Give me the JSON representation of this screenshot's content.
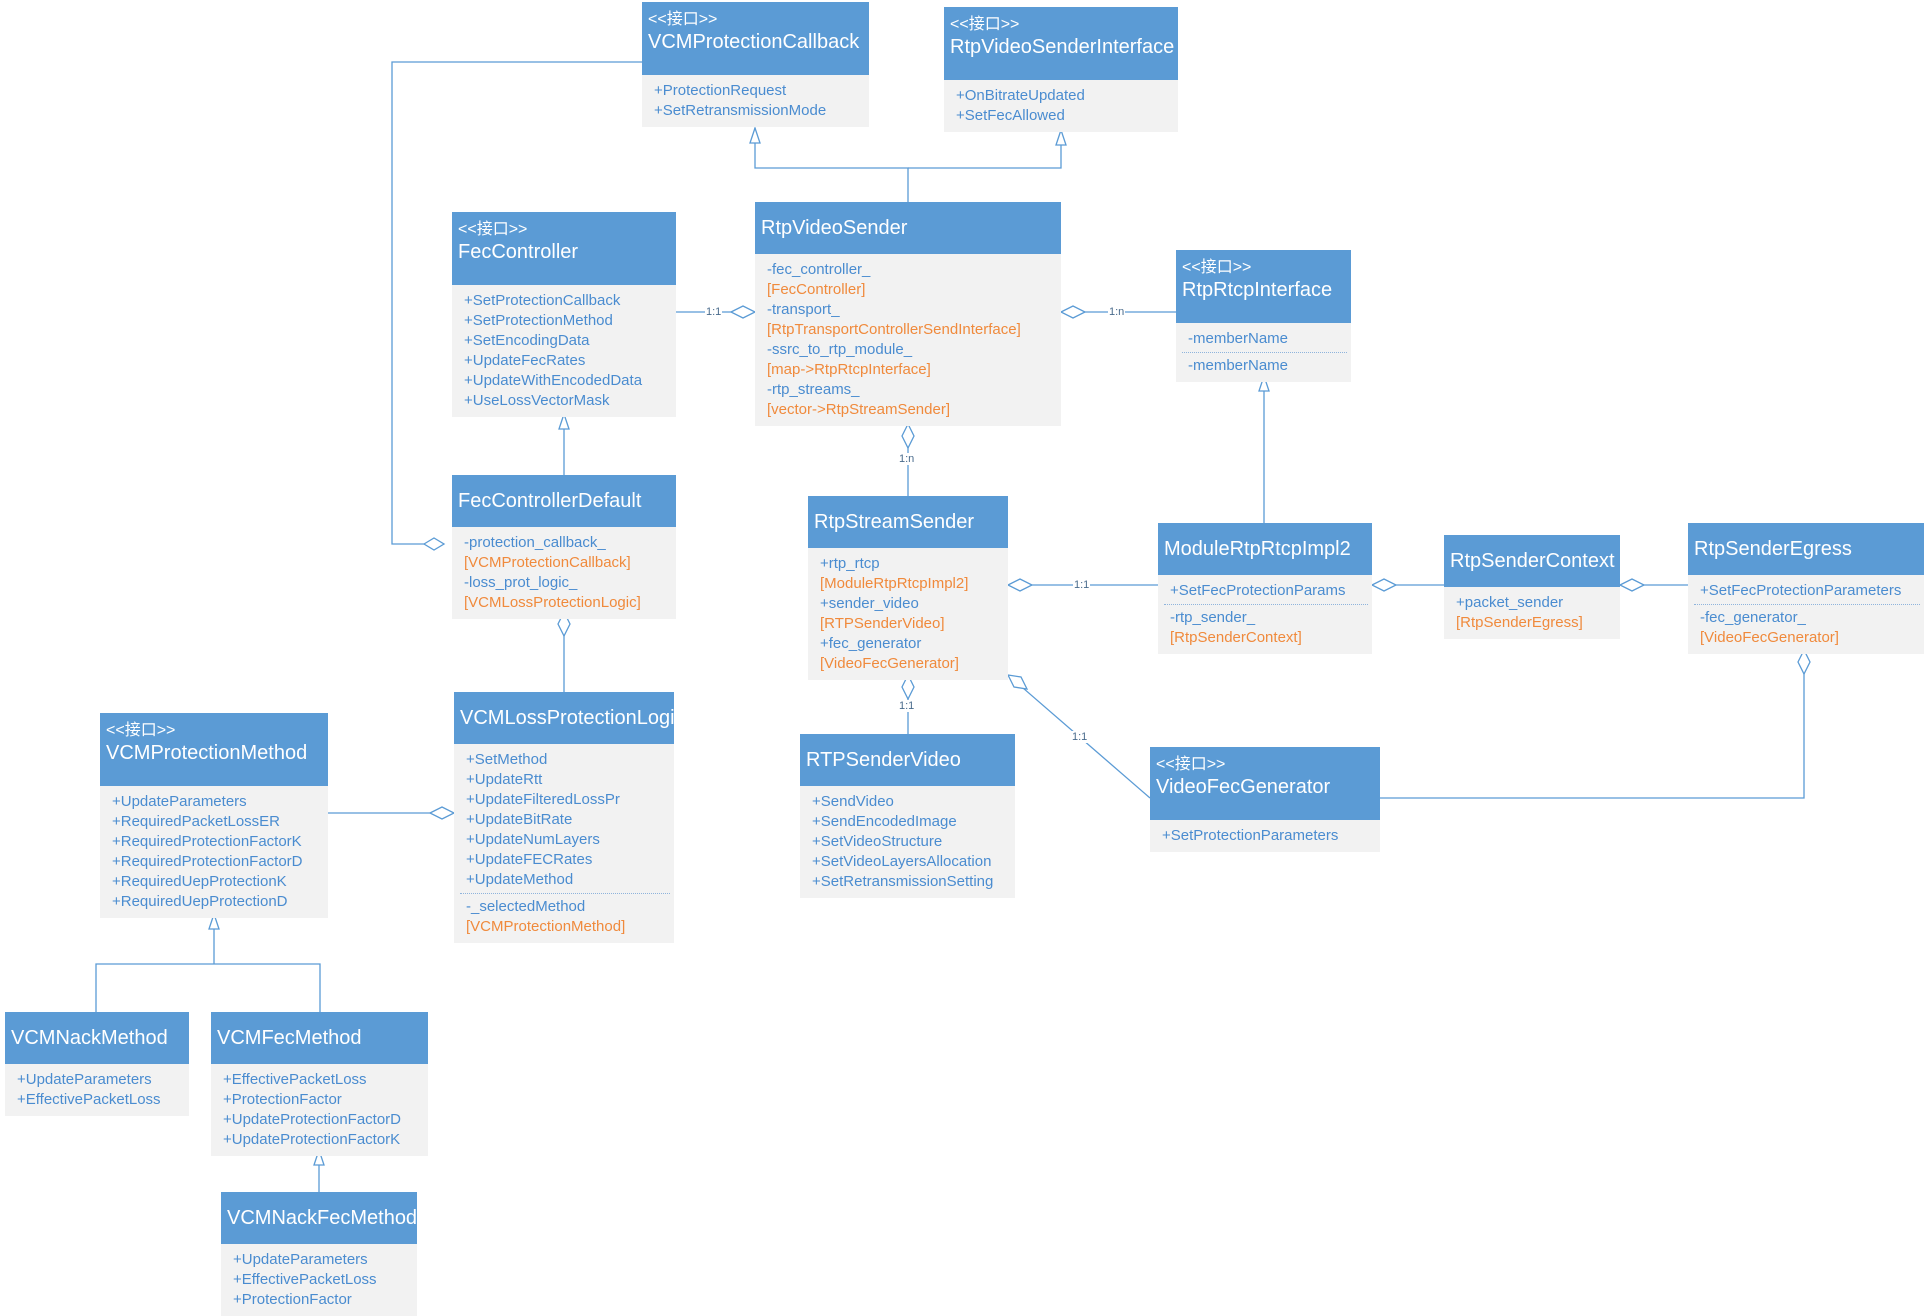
{
  "classes": {
    "vcm_protection_callback": {
      "stereotype": "<<接口>>",
      "name": "VCMProtectionCallback",
      "members": [
        {
          "text": "+ProtectionRequest"
        },
        {
          "text": "+SetRetransmissionMode"
        }
      ]
    },
    "rtp_video_sender_interface": {
      "stereotype": "<<接口>>",
      "name": "RtpVideoSenderInterface",
      "members": [
        {
          "text": "+OnBitrateUpdated"
        },
        {
          "text": "+SetFecAllowed"
        }
      ]
    },
    "fec_controller": {
      "stereotype": "<<接口>>",
      "name": "FecController",
      "members": [
        {
          "text": "+SetProtectionCallback"
        },
        {
          "text": "+SetProtectionMethod"
        },
        {
          "text": "+SetEncodingData"
        },
        {
          "text": "+UpdateFecRates"
        },
        {
          "text": "+UpdateWithEncodedData"
        },
        {
          "text": "+UseLossVectorMask"
        }
      ]
    },
    "rtp_video_sender": {
      "stereotype": "",
      "name": "RtpVideoSender",
      "members": [
        {
          "text": "-fec_controller_"
        },
        {
          "text": "[FecController]",
          "type": true
        },
        {
          "text": "-transport_"
        },
        {
          "text": "[RtpTransportControllerSendInterface]",
          "type": true
        },
        {
          "text": "-ssrc_to_rtp_module_"
        },
        {
          "text": "[map->RtpRtcpInterface]",
          "type": true
        },
        {
          "text": "-rtp_streams_"
        },
        {
          "text": "[vector->RtpStreamSender]",
          "type": true
        }
      ]
    },
    "rtp_rtcp_interface": {
      "stereotype": "<<接口>>",
      "name": "RtpRtcpInterface",
      "members": [
        {
          "text": "-memberName"
        },
        {
          "sep": true
        },
        {
          "text": "-memberName"
        }
      ]
    },
    "fec_controller_default": {
      "stereotype": "",
      "name": "FecControllerDefault",
      "members": [
        {
          "text": "-protection_callback_"
        },
        {
          "text": "[VCMProtectionCallback]",
          "type": true
        },
        {
          "text": "-loss_prot_logic_"
        },
        {
          "text": "[VCMLossProtectionLogic]",
          "type": true
        }
      ]
    },
    "rtp_stream_sender": {
      "stereotype": "",
      "name": "RtpStreamSender",
      "members": [
        {
          "text": "+rtp_rtcp"
        },
        {
          "text": "[ModuleRtpRtcpImpl2]",
          "type": true
        },
        {
          "text": "+sender_video"
        },
        {
          "text": "[RTPSenderVideo]",
          "type": true
        },
        {
          "text": "+fec_generator"
        },
        {
          "text": "[VideoFecGenerator]",
          "type": true
        }
      ]
    },
    "module_rtp_rtcp_impl2": {
      "stereotype": "",
      "name": "ModuleRtpRtcpImpl2",
      "members": [
        {
          "text": "+SetFecProtectionParams"
        },
        {
          "sep": true
        },
        {
          "text": "-rtp_sender_"
        },
        {
          "text": "[RtpSenderContext]",
          "type": true
        }
      ]
    },
    "rtp_sender_context": {
      "stereotype": "",
      "name": "RtpSenderContext",
      "members": [
        {
          "text": "+packet_sender"
        },
        {
          "text": "[RtpSenderEgress]",
          "type": true
        }
      ]
    },
    "rtp_sender_egress": {
      "stereotype": "",
      "name": "RtpSenderEgress",
      "members": [
        {
          "text": "+SetFecProtectionParameters"
        },
        {
          "sep": true
        },
        {
          "text": "-fec_generator_"
        },
        {
          "text": "[VideoFecGenerator]",
          "type": true
        }
      ]
    },
    "vcm_loss_protection_logic": {
      "stereotype": "",
      "name": "VCMLossProtectionLogic",
      "members": [
        {
          "text": "+SetMethod"
        },
        {
          "text": "+UpdateRtt"
        },
        {
          "text": "+UpdateFilteredLossPr"
        },
        {
          "text": "+UpdateBitRate"
        },
        {
          "text": "+UpdateNumLayers"
        },
        {
          "text": "+UpdateFECRates"
        },
        {
          "text": "+UpdateMethod"
        },
        {
          "sep": true
        },
        {
          "text": "-_selectedMethod"
        },
        {
          "text": "[VCMProtectionMethod]",
          "type": true
        }
      ]
    },
    "vcm_protection_method": {
      "stereotype": "<<接口>>",
      "name": "VCMProtectionMethod",
      "members": [
        {
          "text": "+UpdateParameters"
        },
        {
          "text": "+RequiredPacketLossER"
        },
        {
          "text": "+RequiredProtectionFactorK"
        },
        {
          "text": "+RequiredProtectionFactorD"
        },
        {
          "text": "+RequiredUepProtectionK"
        },
        {
          "text": "+RequiredUepProtectionD"
        }
      ]
    },
    "rtp_sender_video": {
      "stereotype": "",
      "name": "RTPSenderVideo",
      "members": [
        {
          "text": "+SendVideo"
        },
        {
          "text": "+SendEncodedImage"
        },
        {
          "text": "+SetVideoStructure"
        },
        {
          "text": "+SetVideoLayersAllocation"
        },
        {
          "text": "+SetRetransmissionSetting"
        }
      ]
    },
    "video_fec_generator": {
      "stereotype": "<<接口>>",
      "name": "VideoFecGenerator",
      "members": [
        {
          "text": "+SetProtectionParameters"
        }
      ]
    },
    "vcm_nack_method": {
      "stereotype": "",
      "name": "VCMNackMethod",
      "members": [
        {
          "text": "+UpdateParameters"
        },
        {
          "text": "+EffectivePacketLoss"
        }
      ]
    },
    "vcm_fec_method": {
      "stereotype": "",
      "name": "VCMFecMethod",
      "members": [
        {
          "text": "+EffectivePacketLoss"
        },
        {
          "text": "+ProtectionFactor"
        },
        {
          "text": "+UpdateProtectionFactorD"
        },
        {
          "text": "+UpdateProtectionFactorK"
        }
      ]
    },
    "vcm_nack_fec_method": {
      "stereotype": "",
      "name": "VCMNackFecMethod",
      "members": [
        {
          "text": "+UpdateParameters"
        },
        {
          "text": "+EffectivePacketLoss"
        },
        {
          "text": "+ProtectionFactor"
        }
      ]
    }
  },
  "multiplicity": {
    "fec_controller_to_sender": "1:1",
    "sender_to_rtprtcp": "1:n",
    "sender_to_streams": "1:n",
    "stream_to_module": "1:1",
    "stream_to_video": "1:1",
    "stream_to_fecgen": "1:1"
  },
  "colors": {
    "header": "#5b9bd5",
    "body": "#f2f2f2",
    "member": "#4a8cd0",
    "type": "#f08a3c",
    "line": "#5b9bd5"
  }
}
